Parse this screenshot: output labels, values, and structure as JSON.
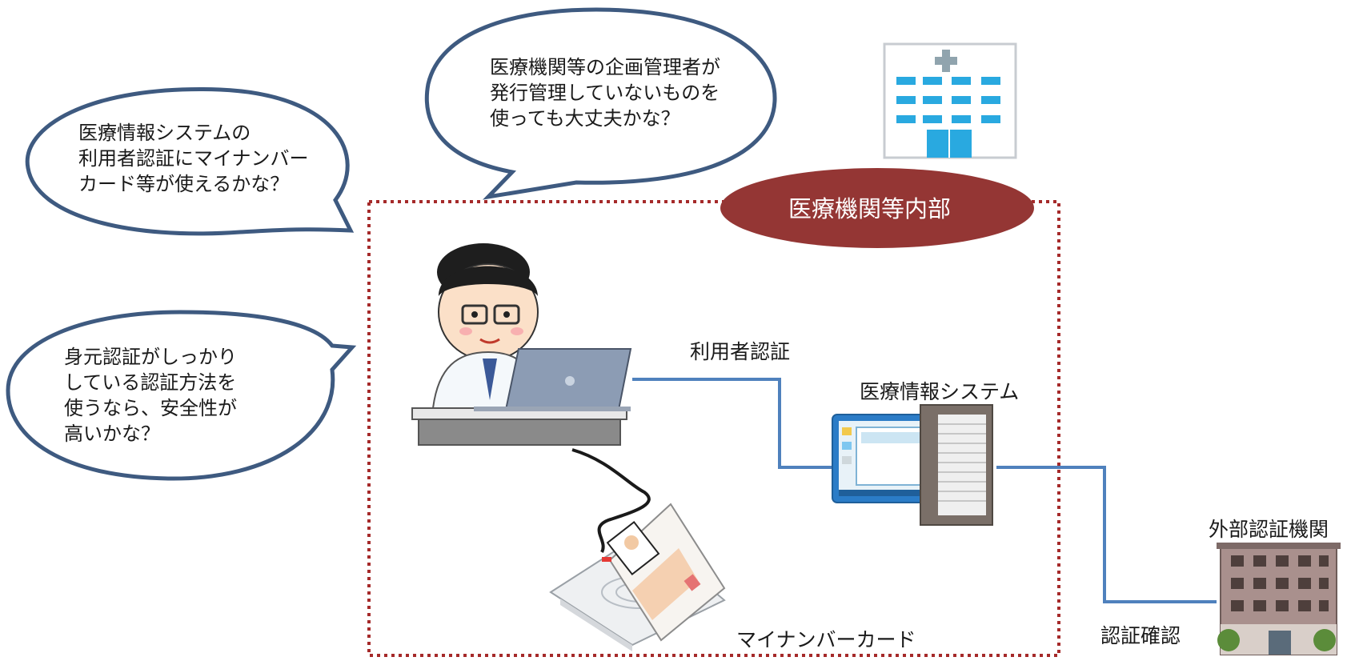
{
  "bubbles": {
    "left_top": {
      "lines": [
        "医療情報システムの",
        "利用者認証にマイナンバー",
        "カード等が使えるかな？"
      ]
    },
    "center_top": {
      "lines": [
        "医療機関等の企画管理者が",
        "発行管理していないものを",
        "使っても大丈夫かな？"
      ]
    },
    "left_middle": {
      "lines": [
        "身元認証がしっかり",
        "している認証方法を",
        "使うなら、安全性が",
        "高いかな？"
      ]
    }
  },
  "zone": {
    "label": "医療機関等内部",
    "badge_color": "#943634",
    "border_color": "#a52a2a"
  },
  "labels": {
    "user_auth": "利用者認証",
    "medical_system": "医療情報システム",
    "external_authority": "外部認証機関",
    "auth_confirm": "認証確認",
    "my_number_card": "マイナンバーカード"
  },
  "colors": {
    "bubble_stroke": "#3e5a80",
    "link_line": "#4f81bd"
  }
}
